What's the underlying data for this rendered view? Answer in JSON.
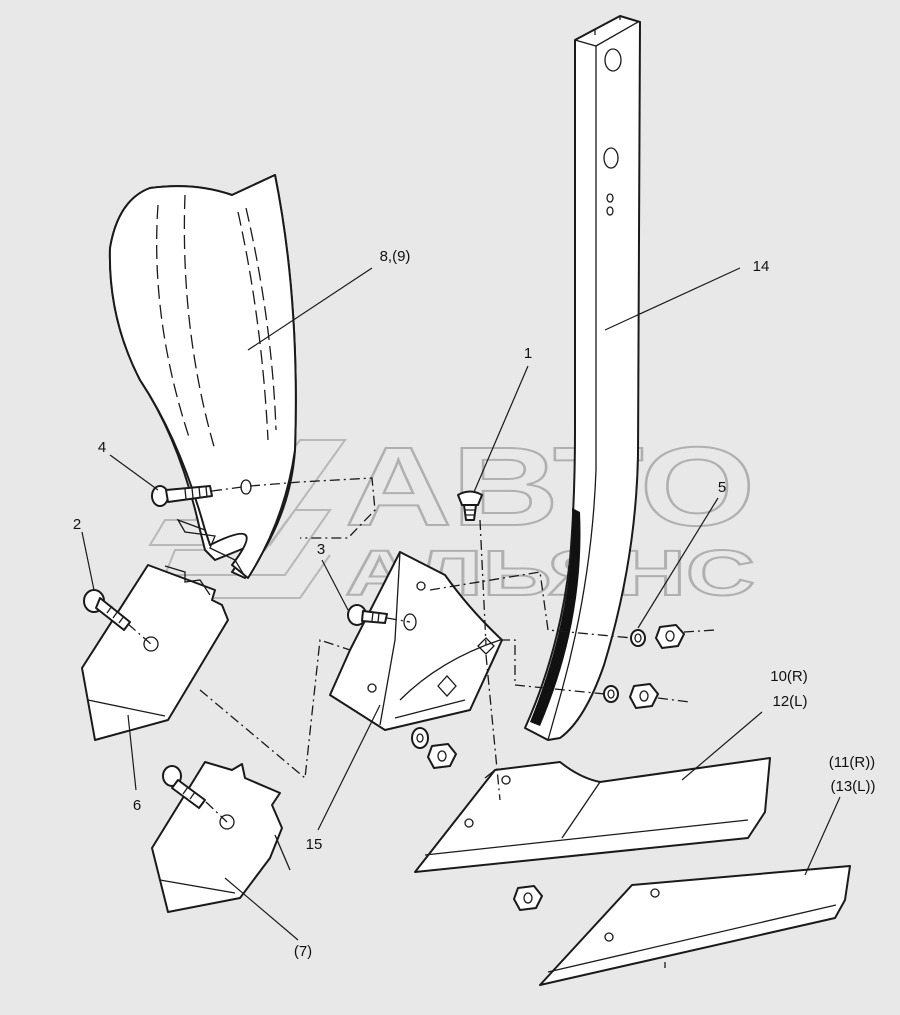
{
  "diagram": {
    "watermark": {
      "line1": "АВТО",
      "line2": "АЛЬЯНС"
    },
    "callouts": [
      {
        "id": "1",
        "label": "1"
      },
      {
        "id": "2",
        "label": "2"
      },
      {
        "id": "3",
        "label": "3"
      },
      {
        "id": "4",
        "label": "4"
      },
      {
        "id": "5",
        "label": "5"
      },
      {
        "id": "6",
        "label": "6"
      },
      {
        "id": "7",
        "label": "(7)"
      },
      {
        "id": "8",
        "label": "8,(9)"
      },
      {
        "id": "10a",
        "label": "10(R)"
      },
      {
        "id": "10b",
        "label": "12(L)"
      },
      {
        "id": "11a",
        "label": "(11(R))"
      },
      {
        "id": "11b",
        "label": "(13(L))"
      },
      {
        "id": "14",
        "label": "14"
      },
      {
        "id": "15",
        "label": "15"
      }
    ]
  }
}
